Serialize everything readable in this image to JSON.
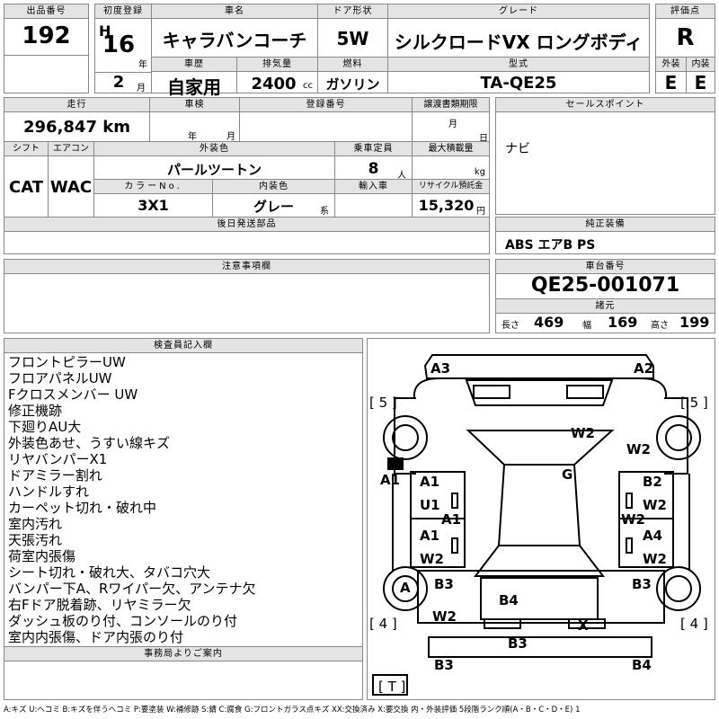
{
  "top": {
    "lot_label": "出品番号",
    "lot_no": "192",
    "first_reg_label": "初度登録",
    "era": "H",
    "year": "16",
    "year_unit": "年",
    "month": "2",
    "month_unit": "月",
    "model_label": "車名",
    "model": "キャラバンコーチ",
    "door_label": "ドア形状",
    "door": "5W",
    "grade_label": "グレード",
    "grade": "シルクロードVX ロングボディ",
    "score_label": "評価点",
    "score": "R",
    "history_label": "車歴",
    "history": "自家用",
    "disp_label": "排気量",
    "disp": "2400",
    "disp_unit": "cc",
    "fuel_label": "燃料",
    "fuel": "ガソリン",
    "type_label": "型式",
    "type": "TA-QE25",
    "ext_label": "外装",
    "ext": "E",
    "int_label": "内装",
    "int": "E"
  },
  "mid": {
    "mileage_label": "走行",
    "mileage": "296,847 km",
    "inspection_label": "車検",
    "insp_year_unit": "年",
    "insp_month_unit": "月",
    "plate_label": "登録番号",
    "transfer_label": "譲渡書類期限",
    "transfer_month_unit": "月",
    "transfer_day_unit": "日",
    "shift_label": "シフト",
    "shift": "CAT",
    "ac_label": "エアコン",
    "ac": "WAC",
    "color_label": "外装色",
    "color": "パールツートン",
    "seats_label": "乗車定員",
    "seats": "8",
    "seats_unit": "人",
    "load_label": "最大積載量",
    "load_unit": "kg",
    "colorno_label": "カラーNo.",
    "colorno": "3X1",
    "intcolor_label": "内装色",
    "intcolor": "グレー",
    "intcolor_unit": "系",
    "import_label": "輸入車",
    "recycle_label": "リサイクル預託金",
    "recycle": "15,320",
    "recycle_unit": "円",
    "later_label": "後日発送部品",
    "sales_label": "セールスポイント",
    "sales": "ナビ",
    "equip_label": "純正装備",
    "equip": "ABS エアB PS",
    "notes_label": "注意事項欄",
    "chassis_label": "車台番号",
    "chassis": "QE25-001071",
    "dims_label": "諸元",
    "len_label": "長さ",
    "len": "469",
    "wid_label": "幅",
    "wid": "169",
    "hgt_label": "高さ",
    "hgt": "199"
  },
  "inspector": {
    "label": "検査員記入欄",
    "lines": [
      "フロントピラーUW",
      "フロアパネルUW",
      "Fクロスメンバー UW",
      "修正機跡",
      "下廻りAU大",
      "外装色あせ、うすい線キズ",
      "リヤバンパーX1",
      "ドアミラー割れ",
      "ハンドルすれ",
      "カーペット切れ・破れ中",
      "室内汚れ",
      "天張汚れ",
      "荷室内張傷",
      "シート切れ・破れ大、タバコ穴大",
      "バンパー下A、Rワイパー欠、アンテナ欠",
      "右Fドア脱着跡、リヤミラー欠",
      "ダッシュ板のり付、コンソールのり付",
      "室内内張傷、ドア内張のり付"
    ],
    "office_label": "事務局よりご案内"
  },
  "diagram": {
    "marks": {
      "a3": "A3",
      "a2": "A2",
      "f_left": "[ 5 ]",
      "f_right": "[ 5 ]",
      "w2_hood": "W2",
      "w2_rf": "W2",
      "g": "G",
      "a1_side": "A1",
      "a1_ld1": "A1",
      "u1": "U1",
      "a1_mid": "A1",
      "b2": "B2",
      "w2_rd1": "W2",
      "w2_mid": "W2",
      "a1_ld2": "A1",
      "a4": "A4",
      "w2_ld2": "W2",
      "w2_rd2": "W2",
      "a_circle": "A",
      "b3_lr": "B3",
      "b4": "B4",
      "b3_rr": "B3",
      "r_left": "[ 4 ]",
      "r_right": "[ 4 ]",
      "w2_lr": "W2",
      "x": "X",
      "b3_rear": "B3",
      "b3_bl": "B3",
      "b4_br": "B4",
      "t": "[ T ]"
    }
  },
  "legend": "A:キズ U:ヘコミ B:キズを伴うヘコミ P:要塗装 W:補修跡 S:錆 C:腐食 G:フロントガラス点キズ XX:交換済み X:要交換 内・外装評価 5段階ランク順(A・B・C・D・E) 1"
}
